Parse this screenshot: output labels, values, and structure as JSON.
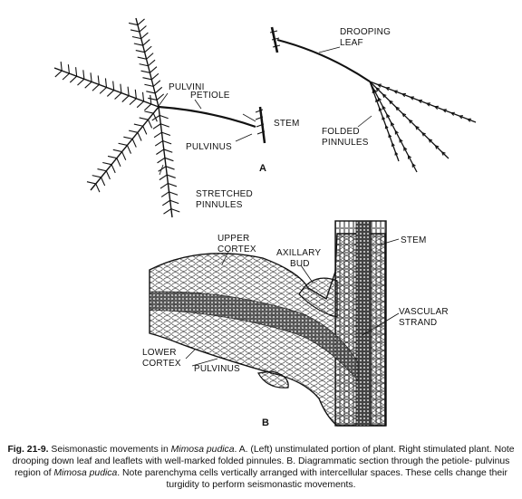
{
  "panel_a": {
    "letter": "A",
    "labels": {
      "pulvini": "PULVINI",
      "petiole": "PETIOLE",
      "stem": "STEM",
      "pulvinus": "PULVINUS",
      "stretched_1": "STRETCHED",
      "stretched_2": "PINNULES",
      "drooping_1": "DROOPING",
      "drooping_2": "LEAF",
      "folded_1": "FOLDED",
      "folded_2": "PINNULES"
    }
  },
  "panel_b": {
    "letter": "B",
    "labels": {
      "upper_1": "UPPER",
      "upper_2": "CORTEX",
      "axillary_1": "AXILLARY",
      "axillary_2": "BUD",
      "stem": "STEM",
      "vascular_1": "VASCULAR",
      "vascular_2": "STRAND",
      "lower_1": "LOWER",
      "lower_2": "CORTEX",
      "pulvinus": "PULVINUS"
    }
  },
  "caption": {
    "fig_no": "Fig. 21-9.",
    "t1": " Seismonastic movements in ",
    "species": "Mimosa pudica",
    "t2": ". A. (Left) unstimulated portion of plant. Right stimulated plant. Note drooping down leaf and leaflets with well-marked folded pinnules. B. Diagrammatic section through the petiole- pulvinus region of ",
    "species_2": "Mimosa pudica",
    "t3": ". Note parenchyma cells vertically arranged with intercellular spaces. These cells change their turgidity to perform seismonastic movements."
  }
}
